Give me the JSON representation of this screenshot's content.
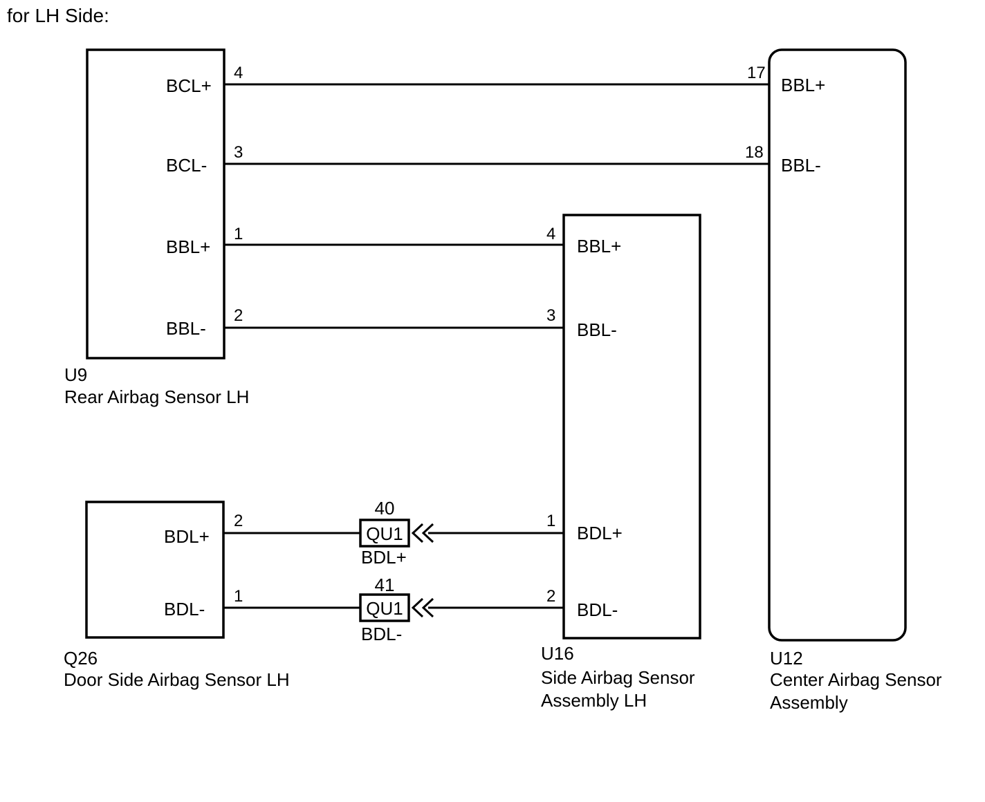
{
  "title": "for LH Side:",
  "components": {
    "u9": {
      "code": "U9",
      "name": "Rear Airbag Sensor LH",
      "terminals": {
        "bcl_plus": {
          "label": "BCL+",
          "pin": "4"
        },
        "bcl_minus": {
          "label": "BCL-",
          "pin": "3"
        },
        "bbl_plus": {
          "label": "BBL+",
          "pin": "1"
        },
        "bbl_minus": {
          "label": "BBL-",
          "pin": "2"
        }
      }
    },
    "u12": {
      "code": "U12",
      "name_line1": "Center Airbag Sensor",
      "name_line2": "Assembly",
      "terminals": {
        "bbl_plus": {
          "label": "BBL+",
          "pin": "17"
        },
        "bbl_minus": {
          "label": "BBL-",
          "pin": "18"
        }
      }
    },
    "u16": {
      "code": "U16",
      "name_line1": "Side Airbag Sensor",
      "name_line2": "Assembly LH",
      "terminals": {
        "bbl_plus": {
          "label": "BBL+",
          "pin": "4"
        },
        "bbl_minus": {
          "label": "BBL-",
          "pin": "3"
        },
        "bdl_plus": {
          "label": "BDL+",
          "pin": "1"
        },
        "bdl_minus": {
          "label": "BDL-",
          "pin": "2"
        }
      }
    },
    "q26": {
      "code": "Q26",
      "name": "Door Side Airbag Sensor LH",
      "terminals": {
        "bdl_plus": {
          "label": "BDL+",
          "pin": "2"
        },
        "bdl_minus": {
          "label": "BDL-",
          "pin": "1"
        }
      }
    }
  },
  "connectors": {
    "plus": {
      "code": "QU1",
      "pin": "40",
      "signal": "BDL+"
    },
    "minus": {
      "code": "QU1",
      "pin": "41",
      "signal": "BDL-"
    }
  }
}
